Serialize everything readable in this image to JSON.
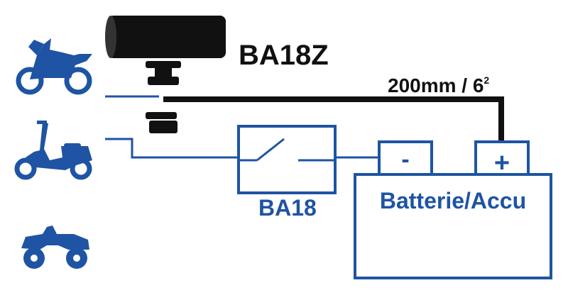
{
  "diagram": {
    "device_title": "BA18Z",
    "wire_spec": "200mm / 6",
    "wire_spec_superscript": "2",
    "switch_label": "BA18",
    "battery_label": "Batterie/Accu",
    "minus_sign": "-",
    "plus_sign": "+"
  },
  "icons": [
    "motorcycle-icon",
    "scooter-icon",
    "quad-atv-icon"
  ],
  "colors": {
    "blue": "#1e54a3",
    "black": "#111111",
    "background": "#ffffff"
  }
}
